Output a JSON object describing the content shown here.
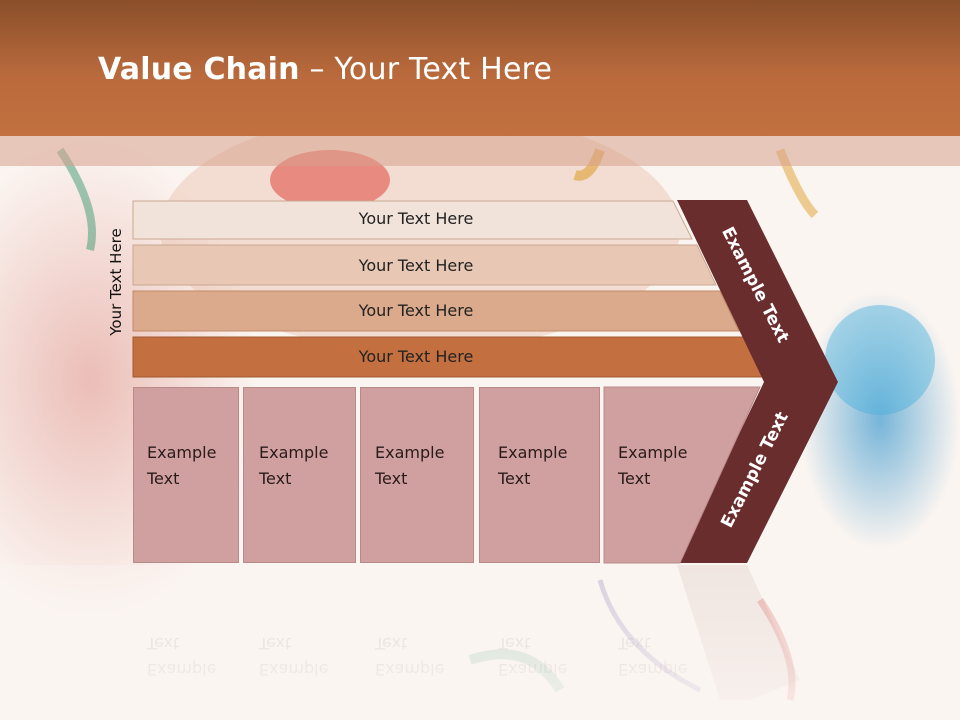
{
  "header": {
    "title_bold": "Value Chain",
    "title_rest": " – Your Text Here"
  },
  "side_label": "Your Text Here",
  "bars": [
    {
      "label": "Your Text Here",
      "color": "#f1e3da"
    },
    {
      "label": "Your Text Here",
      "color": "#e8c8b4"
    },
    {
      "label": "Your Text Here",
      "color": "#dba98b"
    },
    {
      "label": "Your Text Here",
      "color": "#c46f3f"
    }
  ],
  "boxes": [
    {
      "line1": "Example",
      "line2": "Text"
    },
    {
      "line1": "Example",
      "line2": "Text"
    },
    {
      "line1": "Example",
      "line2": "Text"
    },
    {
      "line1": "Example",
      "line2": "Text"
    },
    {
      "line1": "Example",
      "line2": "Text"
    }
  ],
  "arrow": {
    "upper_label": "Example Text",
    "lower_label": "Example Text",
    "color": "#6a2d2d"
  },
  "colors": {
    "header": "#b96a3c",
    "box_fill": "#d0a0a0"
  }
}
